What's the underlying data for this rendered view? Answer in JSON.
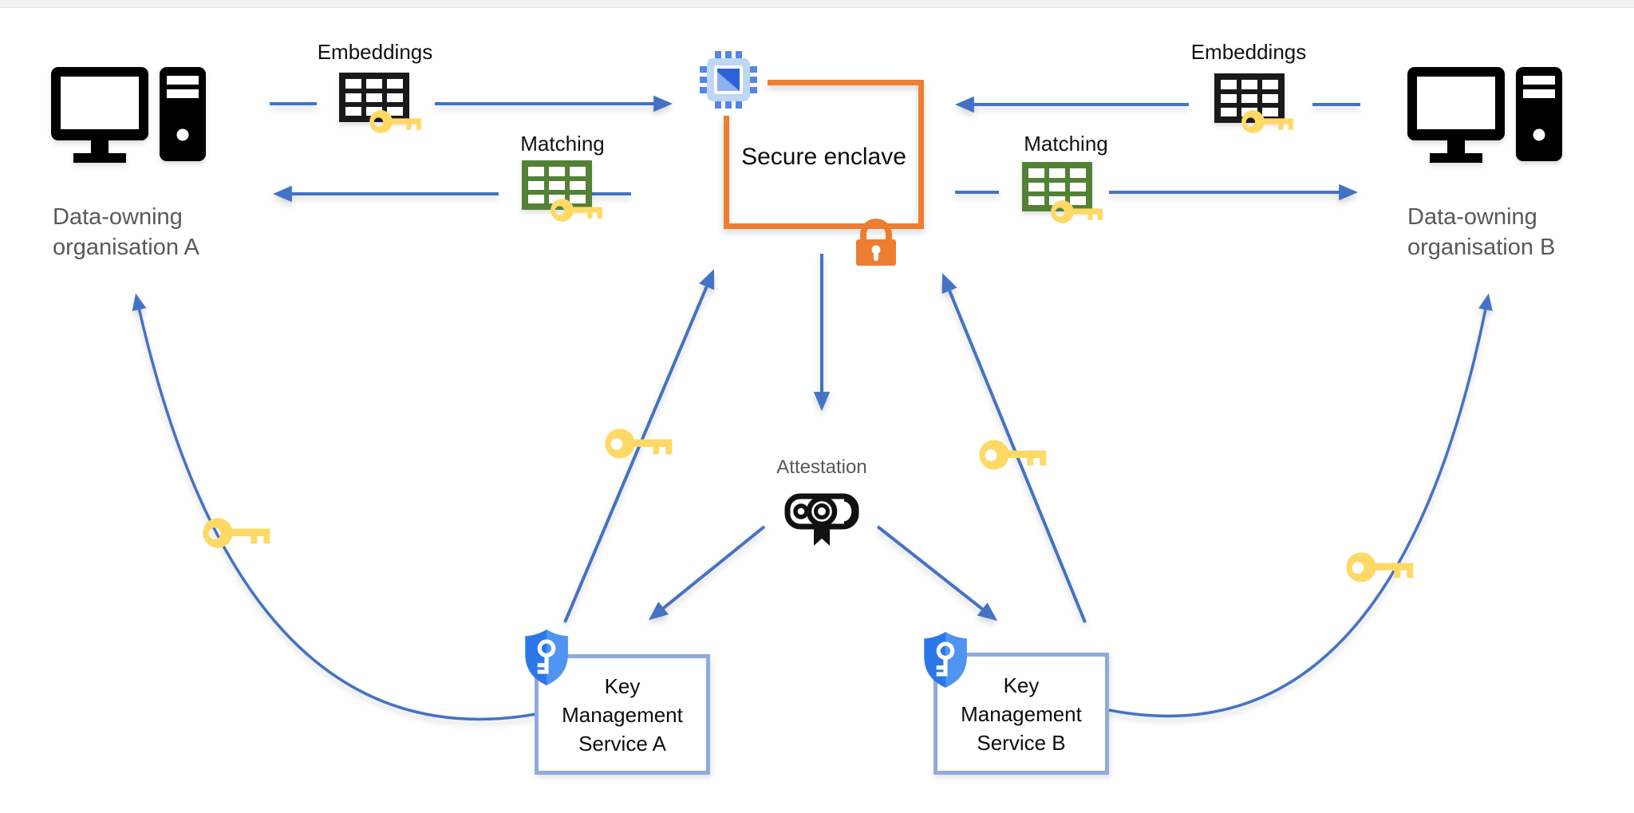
{
  "org_a": {
    "line1": "Data-owning",
    "line2": "organisation A"
  },
  "org_b": {
    "line1": "Data-owning",
    "line2": "organisation B"
  },
  "enclave": {
    "label": "Secure enclave"
  },
  "attestation": {
    "label": "Attestation"
  },
  "kms_a": {
    "line1": "Key",
    "line2": "Management",
    "line3": "Service A"
  },
  "kms_b": {
    "line1": "Key",
    "line2": "Management",
    "line3": "Service B"
  },
  "flows": {
    "embeddings_a": "Embeddings",
    "matching_a": "Matching",
    "embeddings_b": "Embeddings",
    "matching_b": "Matching"
  },
  "colors": {
    "arrow_blue": "#4472C4",
    "enclave_orange": "#ED7D31",
    "table_black": "#1a1a1a",
    "table_green": "#538135",
    "key_yellow": "#FFD966",
    "kms_border_blue": "#8FAADC",
    "shield_blue": "#2B77E8",
    "chip_blue": "#BFD7F5",
    "label_gray": "#595959"
  }
}
